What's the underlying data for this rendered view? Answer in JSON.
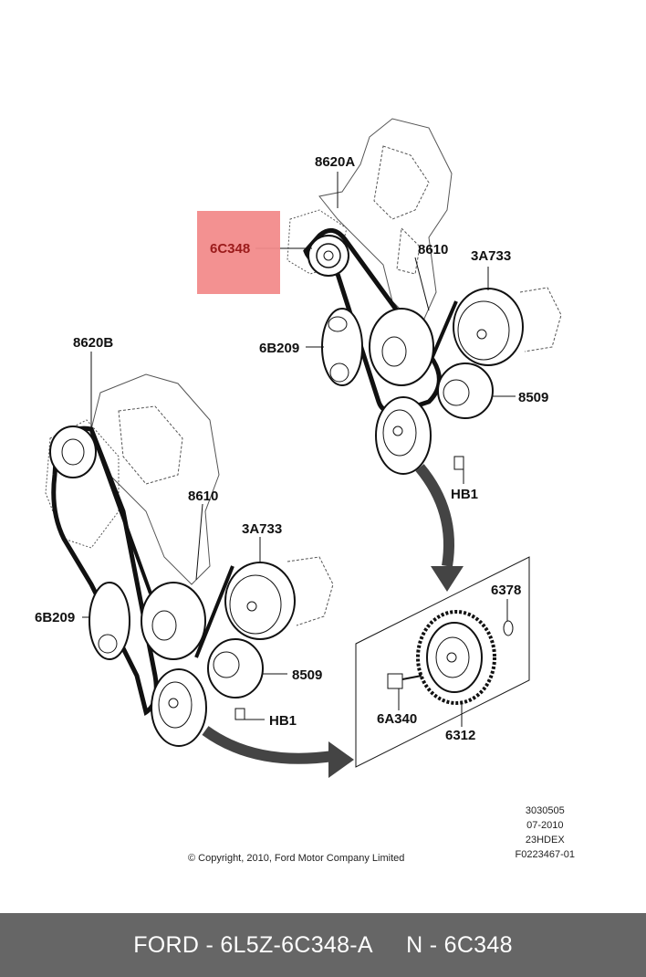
{
  "labels": {
    "top_8620a": "8620A",
    "top_6c348": "6C348",
    "top_8610": "8610",
    "top_3a733": "3A733",
    "top_6b209": "6B209",
    "top_8509": "8509",
    "top_hb1": "HB1",
    "bot_8620b": "8620B",
    "bot_8610": "8610",
    "bot_3a733": "3A733",
    "bot_6b209": "6B209",
    "bot_8509": "8509",
    "bot_hb1": "HB1",
    "detail_6378": "6378",
    "detail_6a340": "6A340",
    "detail_6312": "6312"
  },
  "copyright": "© Copyright, 2010, Ford Motor Company Limited",
  "meta": [
    "3030505",
    "07-2010",
    "23HDEX",
    "F0223467-01"
  ],
  "footer": {
    "part": "FORD - 6L5Z-6C348-A",
    "ref": "N - 6C348"
  },
  "colors": {
    "highlight": "#f28b8b",
    "footer_bg": "#666666"
  }
}
